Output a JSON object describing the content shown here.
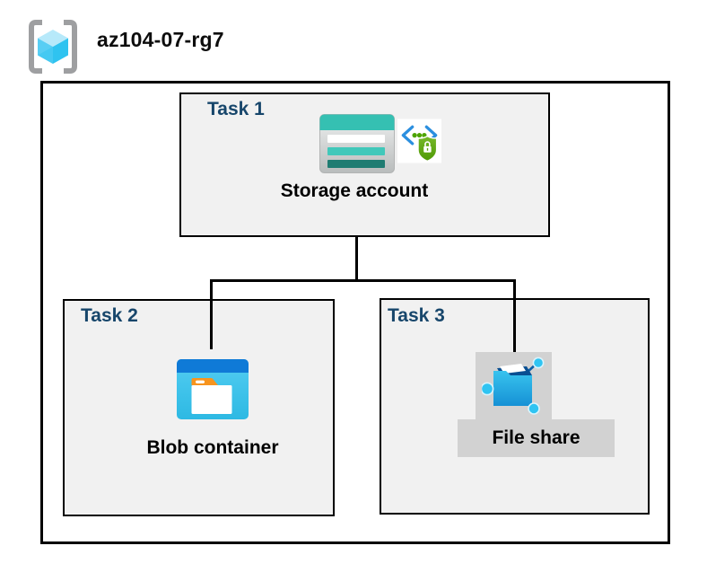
{
  "header": {
    "resource_group_title": "az104-07-rg7"
  },
  "colors": {
    "task_label": "#17466b",
    "box_background": "#f1f1f1",
    "selection_highlight": "#d2d2d2",
    "connector": "#000000",
    "storage_teal": "#35c0b2",
    "storage_dark_teal": "#1f7c72",
    "blob_bar_blue": "#0f7ad7",
    "blob_body_blue": "#3fc6ee",
    "file_share_blue": "#1691d5",
    "sas_chevron_blue": "#2b8fdf",
    "sas_green": "#4da400",
    "rg_bracket_gray": "#9e9fa1",
    "rg_cube_blue": "#58cef4"
  },
  "icons": {
    "resource_group": "resource-group-icon",
    "storage_account": "storage-account-icon",
    "secure_access": "sas-secure-access-icon",
    "blob_container": "blob-container-icon",
    "file_share": "file-share-icon"
  },
  "tasks": [
    {
      "label": "Task 1",
      "item": "Storage account"
    },
    {
      "label": "Task 2",
      "item": "Blob container"
    },
    {
      "label": "Task 3",
      "item": "File share"
    }
  ]
}
